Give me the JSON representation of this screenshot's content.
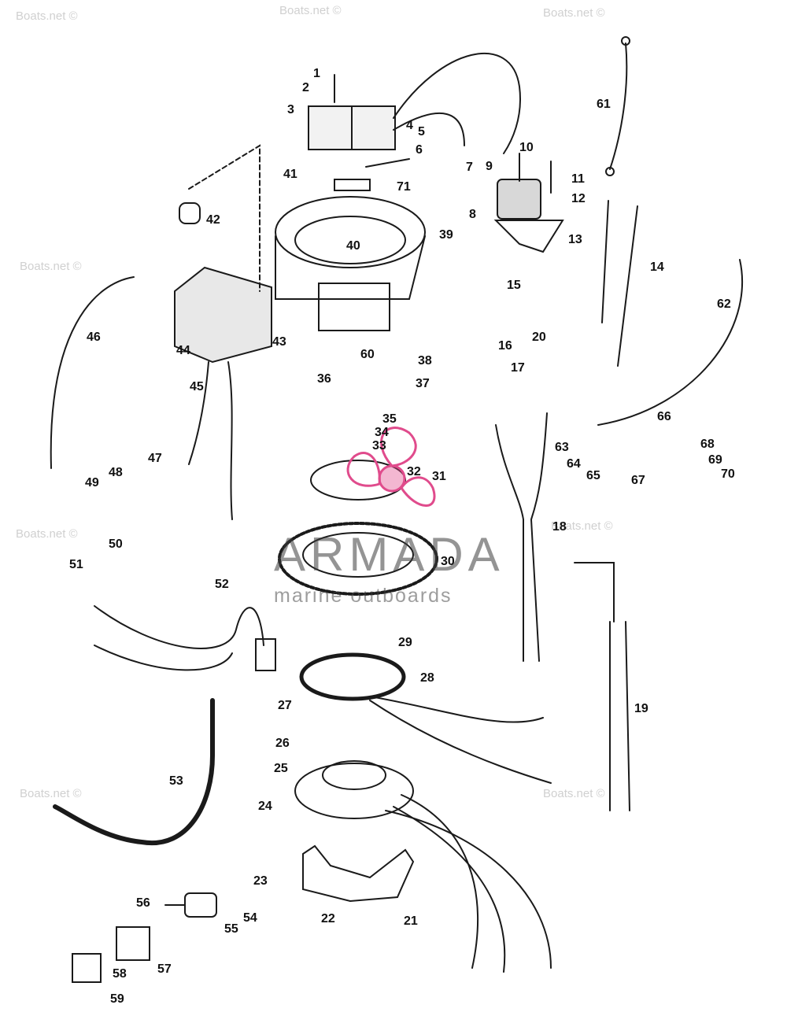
{
  "brand": {
    "name": "ARMADA",
    "tagline": "marine outboards",
    "accent": "#e04b8c"
  },
  "watermark_text": "Boats.net ©",
  "part_labels": [
    "1",
    "2",
    "3",
    "4",
    "5",
    "6",
    "7",
    "8",
    "9",
    "10",
    "11",
    "12",
    "13",
    "14",
    "15",
    "16",
    "17",
    "18",
    "19",
    "20",
    "21",
    "22",
    "23",
    "24",
    "25",
    "26",
    "27",
    "28",
    "29",
    "30",
    "31",
    "32",
    "33",
    "34",
    "35",
    "36",
    "37",
    "38",
    "39",
    "40",
    "41",
    "42",
    "43",
    "44",
    "45",
    "46",
    "47",
    "48",
    "49",
    "50",
    "51",
    "52",
    "53",
    "54",
    "55",
    "56",
    "57",
    "58",
    "59",
    "60",
    "61",
    "62",
    "63",
    "64",
    "65",
    "66",
    "67",
    "68",
    "69",
    "70",
    "71"
  ]
}
